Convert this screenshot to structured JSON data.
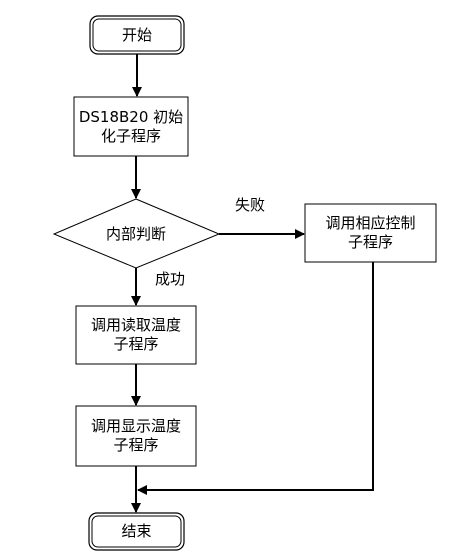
{
  "nodes": {
    "start": "开始",
    "init": "DS18B20 初始\n化子程序",
    "decision": "内部判断",
    "control": "调用相应控制\n子程序",
    "read": "调用读取温度\n子程序",
    "display": "调用显示温度\n子程序",
    "end": "结束"
  },
  "edges": {
    "fail": "失败",
    "success": "成功"
  }
}
